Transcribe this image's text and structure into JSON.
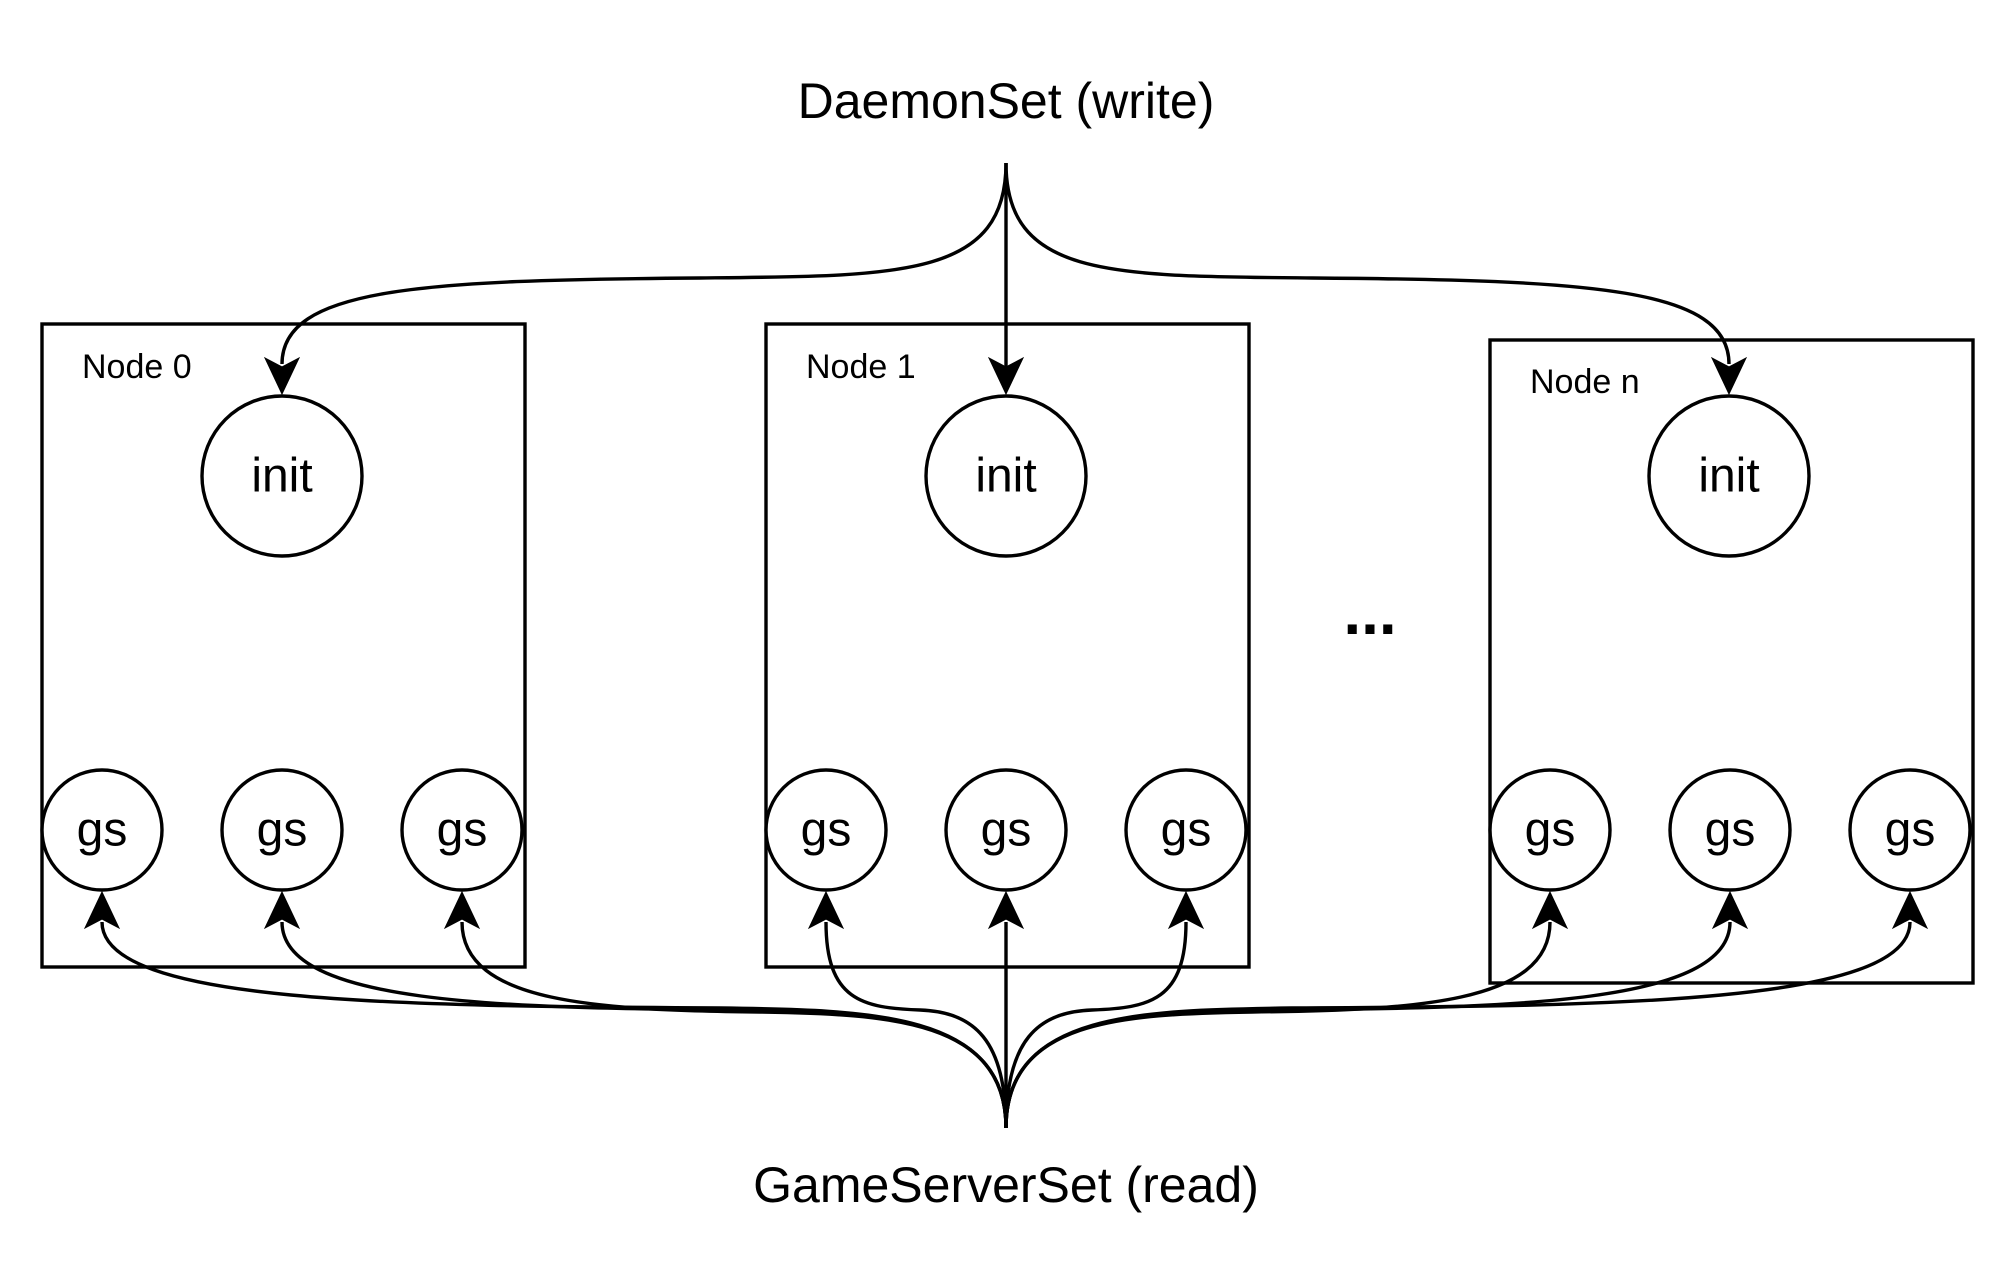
{
  "writer": {
    "label": "DaemonSet (write)"
  },
  "reader": {
    "label": "GameServerSet (read)"
  },
  "ellipsis": "...",
  "nodes": [
    {
      "label": "Node 0",
      "init_label": "init",
      "gs_labels": [
        "gs",
        "gs",
        "gs"
      ]
    },
    {
      "label": "Node 1",
      "init_label": "init",
      "gs_labels": [
        "gs",
        "gs",
        "gs"
      ]
    },
    {
      "label": "Node n",
      "init_label": "init",
      "gs_labels": [
        "gs",
        "gs",
        "gs"
      ]
    }
  ]
}
